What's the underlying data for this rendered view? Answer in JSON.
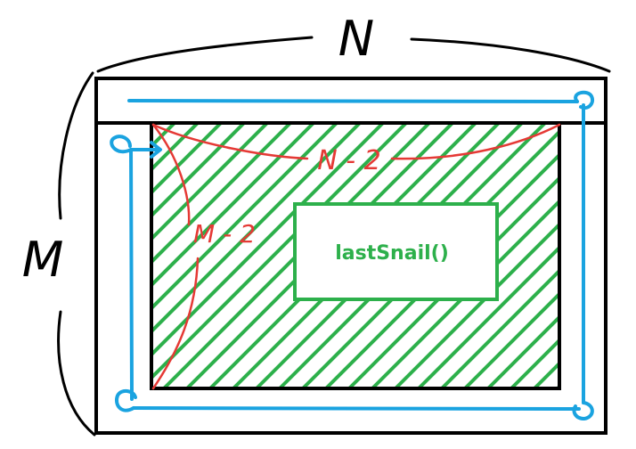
{
  "labels": {
    "outer_width": "N",
    "outer_height": "M",
    "inner_width": "N - 2",
    "inner_height": "M - 2",
    "function_call": "lastSnail()"
  },
  "colors": {
    "border": "#000000",
    "snail_path": "#1aa3e0",
    "hatch": "#2db04b",
    "inner_dimension": "#e53935",
    "function_box": "#2db04b",
    "background": "#ffffff"
  }
}
